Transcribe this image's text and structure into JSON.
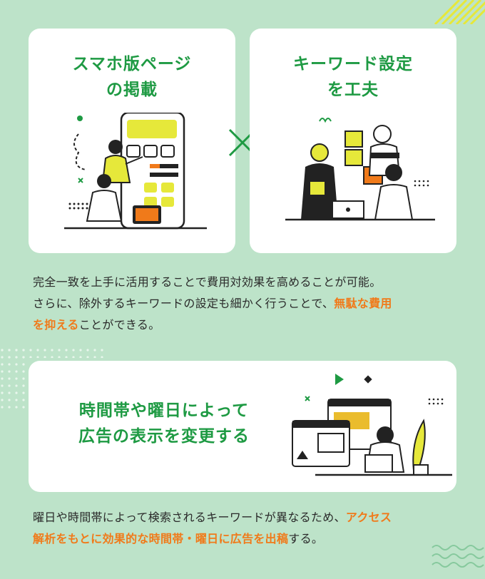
{
  "card1": {
    "title_line1": "スマホ版ページ",
    "title_line2": "の掲載"
  },
  "card2": {
    "title_line1": "キーワード設定",
    "title_line2": "を工夫"
  },
  "para1": {
    "line1": "完全一致を上手に活用することで費用対効果を高めることが可能。",
    "line2_pre": "さらに、除外するキーワードの設定も細かく行うことで、",
    "line2_hl": "無駄な費用",
    "line3_hl": "を抑える",
    "line3_post": "ことができる。"
  },
  "card3": {
    "title_line1": "時間帯や曜日によって",
    "title_line2": "広告の表示を変更する"
  },
  "para2": {
    "line1_pre": "曜日や時間帯によって検索されるキーワードが異なるため、",
    "line1_hl": "アクセス",
    "line2_hl": "解析をもとに効果的な時間帯・曜日に広告を出稿",
    "line2_post": "する。"
  },
  "colors": {
    "background": "#bde3c9",
    "accent_green": "#1e9a43",
    "highlight_orange": "#f07a1a",
    "yellow": "#e6e83a"
  }
}
